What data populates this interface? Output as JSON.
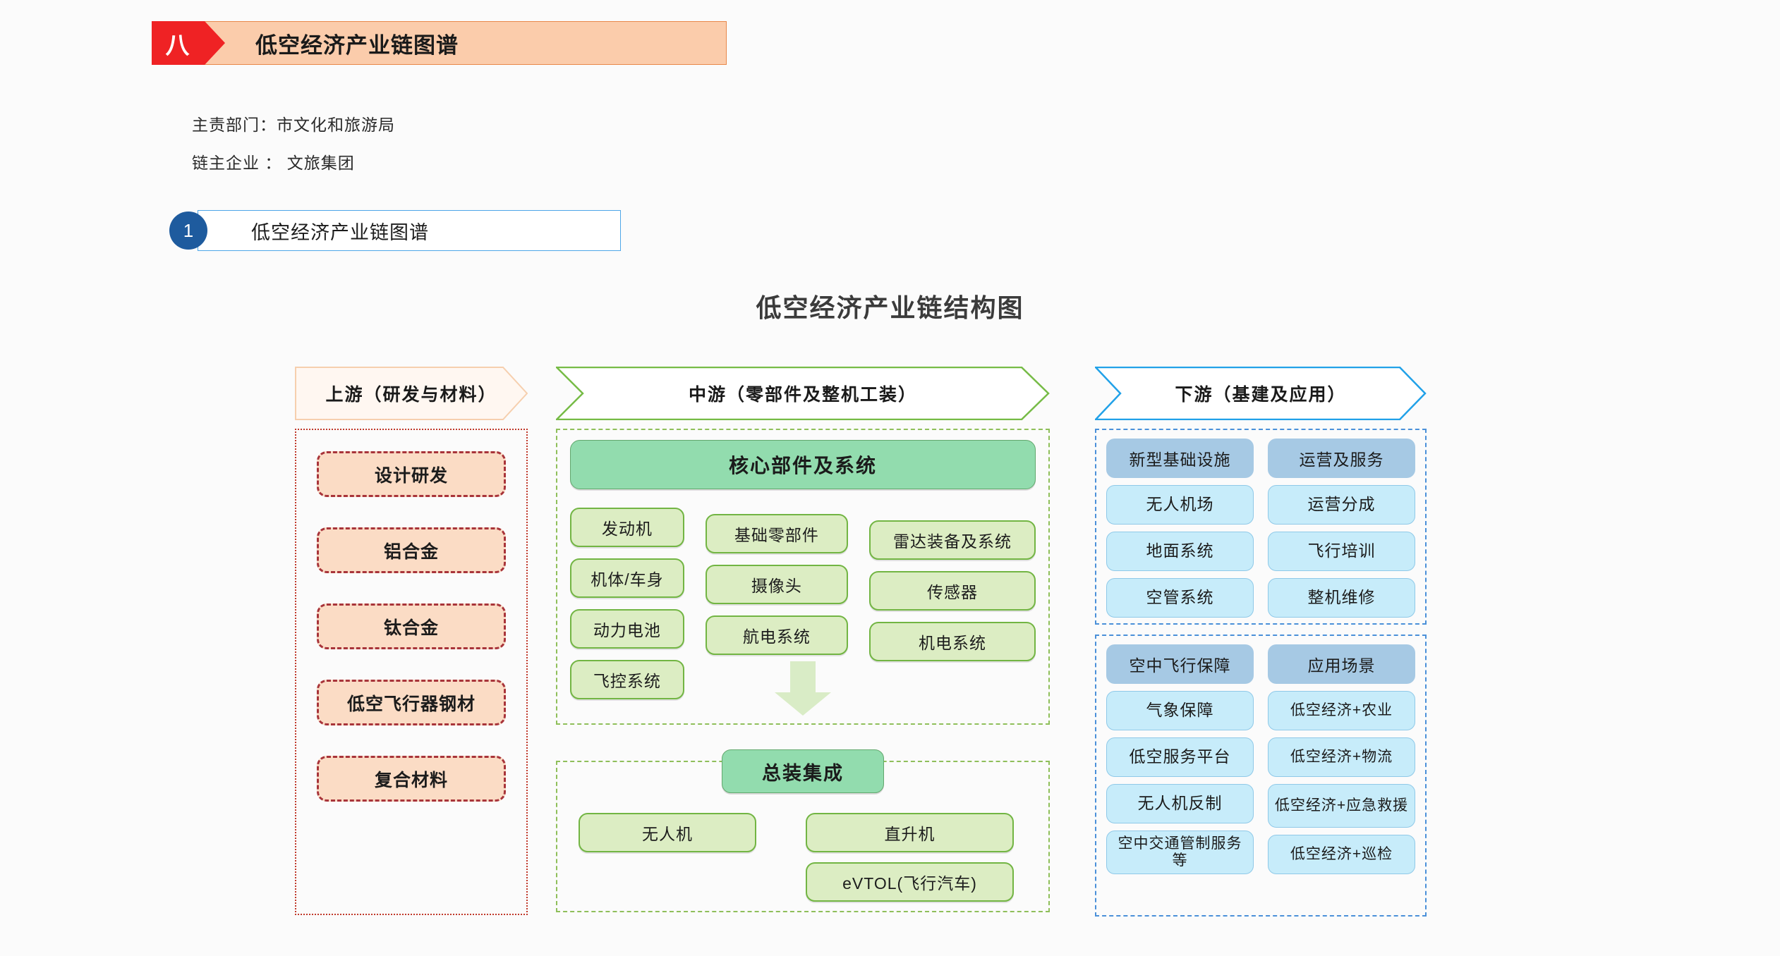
{
  "banner": {
    "number": "八",
    "title": "低空经济产业链图谱"
  },
  "meta": {
    "line1": "主责部门：市文化和旅游局",
    "line2": "链主企业 ： 文旅集团"
  },
  "section": {
    "bullet": "1",
    "label": "低空经济产业链图谱"
  },
  "chart_data": {
    "type": "diagram",
    "title": "低空经济产业链结构图",
    "columns": [
      {
        "key": "upstream",
        "header": "上游（研发与材料）",
        "accent": "#e8884a",
        "panel_border": "#c0392b",
        "groups": [
          {
            "header": null,
            "items": [
              "设计研发",
              "铝合金",
              "钛合金",
              "低空飞行器钢材",
              "复合材料"
            ]
          }
        ]
      },
      {
        "key": "midstream",
        "header": "中游（零部件及整机工装）",
        "accent": "#72b543",
        "panel_border": "#8fbf5a",
        "groups": [
          {
            "header": "核心部件及系统",
            "col1": [
              "发动机",
              "机体/车身",
              "动力电池",
              "飞控系统"
            ],
            "col2": [
              "基础零部件",
              "摄像头",
              "航电系统"
            ],
            "col3": [
              "雷达装备及系统",
              "传感器",
              "机电系统"
            ]
          },
          {
            "header": "总装集成",
            "left": [
              "无人机"
            ],
            "right": [
              "直升机",
              "eVTOL(飞行汽车)"
            ]
          }
        ]
      },
      {
        "key": "downstream",
        "header": "下游（基建及应用）",
        "accent": "#21a1e8",
        "panel_border": "#4a90d9",
        "groups": [
          {
            "col1_header": "新型基础设施",
            "col1": [
              "无人机场",
              "地面系统",
              "空管系统"
            ],
            "col2_header": "运营及服务",
            "col2": [
              "运营分成",
              "飞行培训",
              "整机维修"
            ]
          },
          {
            "col1_header": "空中飞行保障",
            "col1": [
              "气象保障",
              "低空服务平台",
              "无人机反制",
              "空中交通管制服务等"
            ],
            "col2_header": "应用场景",
            "col2": [
              "低空经济+农业",
              "低空经济+物流",
              "低空经济+应急救援",
              "低空经济+巡检"
            ]
          }
        ]
      }
    ]
  },
  "colors": {
    "banner_red": "#ef2224",
    "banner_peach": "#fbccab",
    "bullet_blue": "#1e5b9e",
    "upstream_fill": "#fbdcc5",
    "upstream_dash": "#a8343a",
    "mid_head_fill": "#92dcae",
    "mid_pill_fill": "#dcedc3",
    "mid_pill_border": "#72b543",
    "down_head_fill": "#a6c9e4",
    "down_pill_fill": "#c7ecfa",
    "down_pill_border": "#8fc9e8"
  }
}
